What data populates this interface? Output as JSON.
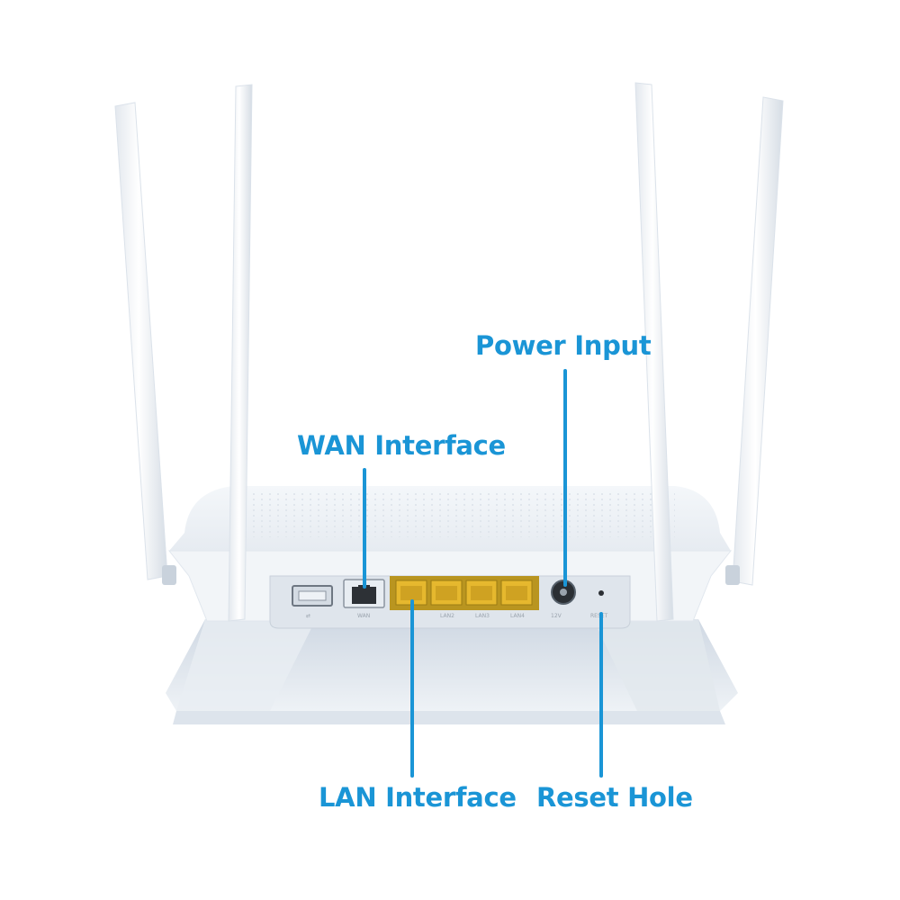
{
  "accent_color": "#1a95d6",
  "callouts": {
    "power_input": "Power Input",
    "wan_interface": "WAN Interface",
    "lan_interface": "LAN Interface",
    "reset_hole": "Reset Hole"
  },
  "port_labels": {
    "wan": "WAN",
    "lan2": "LAN2",
    "lan3": "LAN3",
    "lan4": "LAN4",
    "power": "12V",
    "reset": "RESET"
  },
  "icons": [
    "usb-port-icon",
    "ethernet-port-icon",
    "power-jack-icon",
    "reset-hole-icon",
    "antenna-icon"
  ]
}
